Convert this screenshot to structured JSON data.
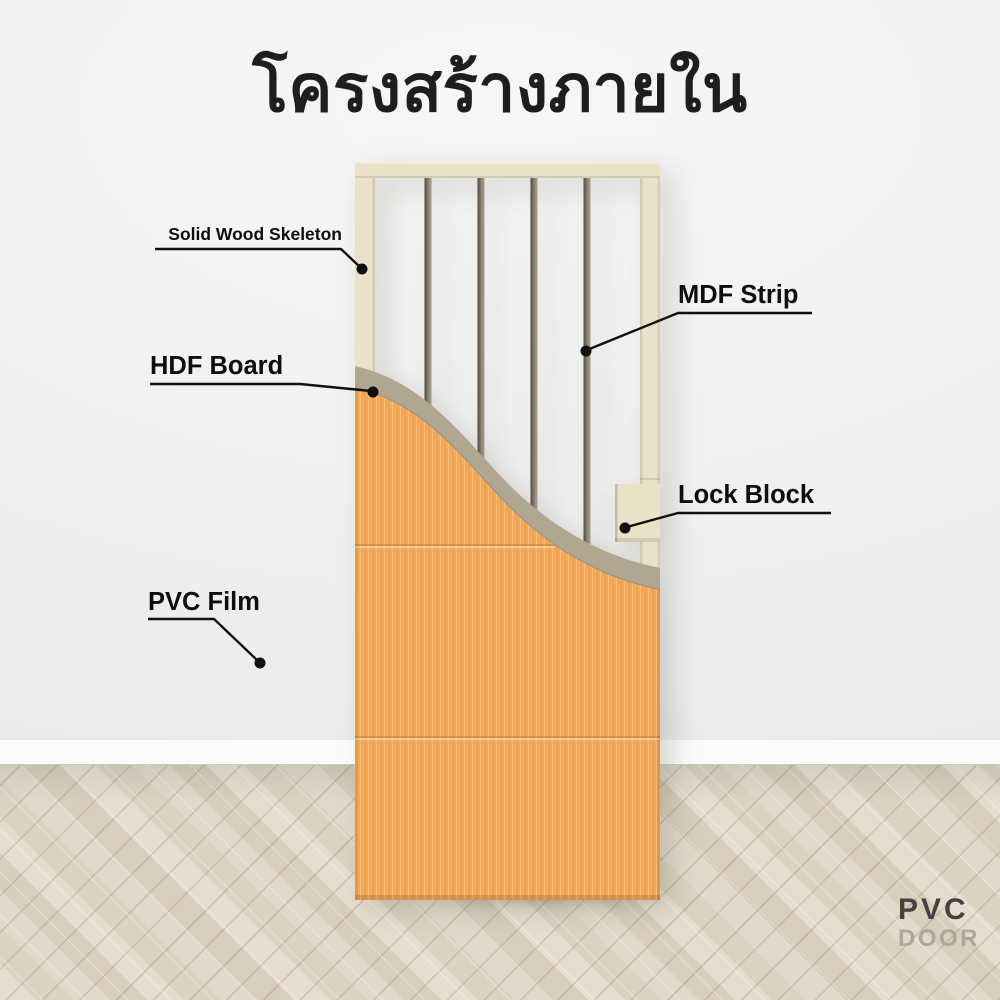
{
  "title": "โครงสร้างภายใน",
  "callouts": {
    "solid_wood_skeleton": "Solid Wood Skeleton",
    "mdf_strip": "MDF Strip",
    "hdf_board": "HDF Board",
    "lock_block": "Lock Block",
    "pvc_film": "PVC Film"
  },
  "logo": {
    "top": "PVC",
    "bottom": "DOOR"
  },
  "colors": {
    "frame": "#eae1c8",
    "mdf_strip_dark": "#57503f",
    "mdf_strip_light": "#948b79",
    "hdf_board": "#b1a692",
    "hdf_board_edge": "#9a8f7b",
    "pvc_film": "#f2a95c",
    "wall": "#f2f2f1",
    "floor": "#e0d5c6",
    "leader_line": "#101010"
  }
}
